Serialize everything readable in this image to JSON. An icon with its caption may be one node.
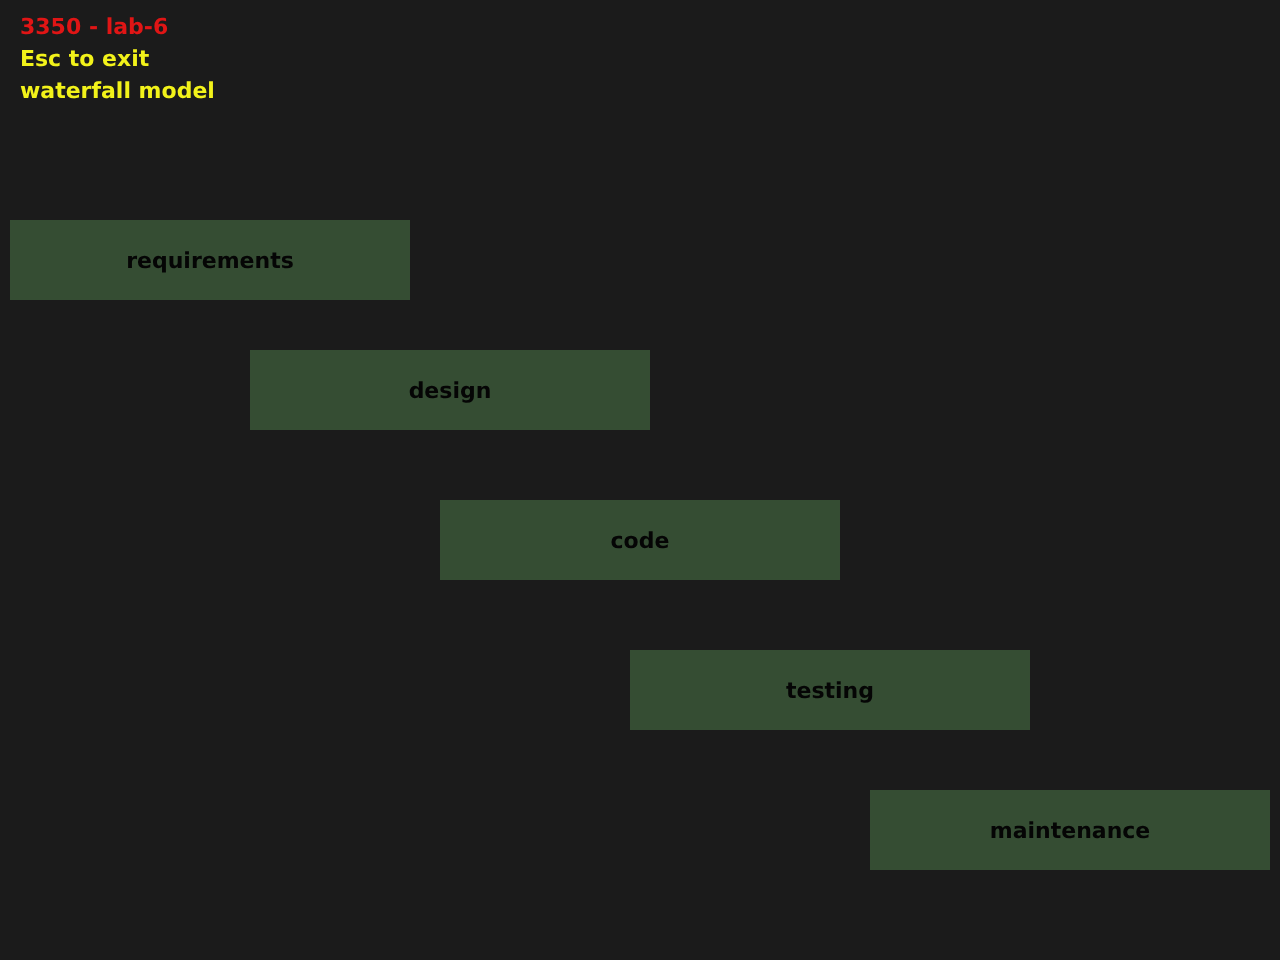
{
  "diagram": {
    "nodes": [
      {
        "text": [
          "requirements"
        ]
      },
      {
        "text": [
          "design"
        ]
      },
      {
        "text": [
          "code"
        ]
      },
      {
        "text": [
          "testing"
        ]
      },
      {
        "text": [
          "maintenance"
        ]
      }
    ],
    "edges": [],
    "labels": [
      "3350 - lab-6",
      "Esc to exit",
      "waterfall model"
    ]
  }
}
